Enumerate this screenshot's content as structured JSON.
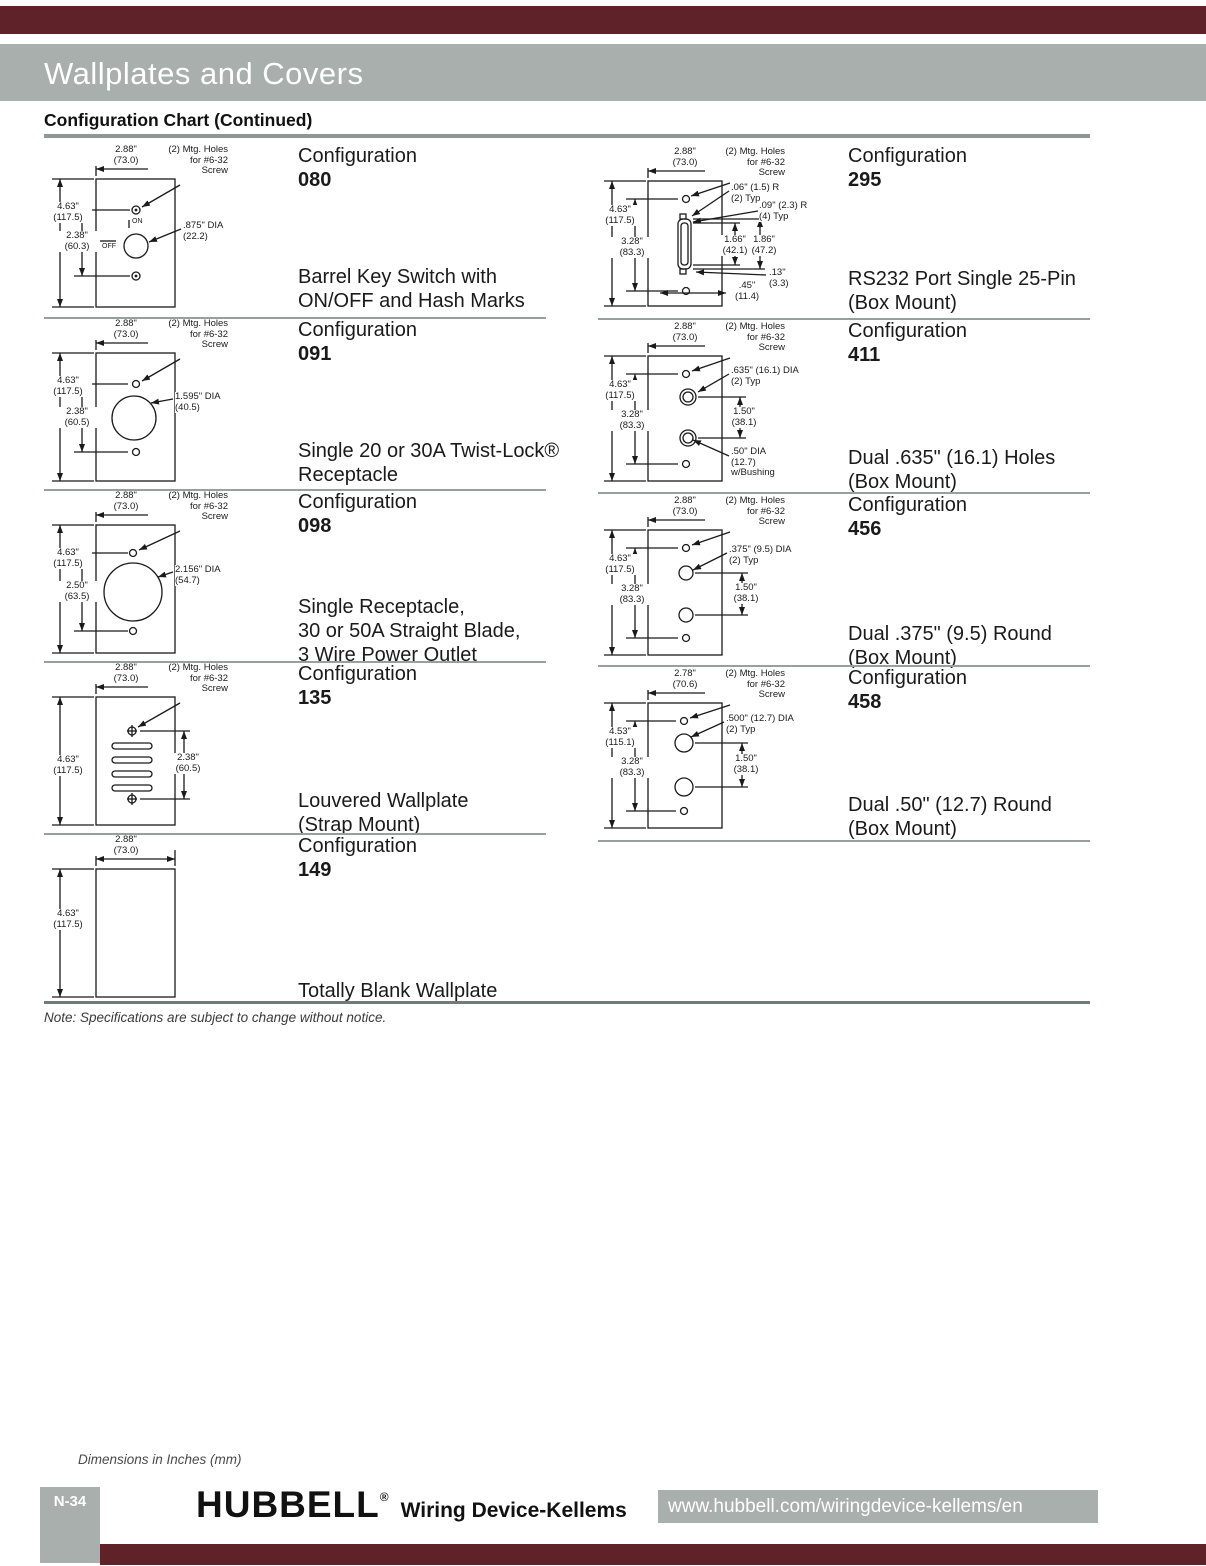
{
  "page": {
    "title": "Wallplates and Covers",
    "section": "Configuration Chart (Continued)",
    "configuration_label": "Configuration",
    "note": "Note: Specifications are subject to change without notice.",
    "dimensions_note": "Dimensions in Inches (mm)"
  },
  "colors": {
    "accent": "#5E2228",
    "band_gray": "#A8AFAD"
  },
  "footer": {
    "page_number": "N-34",
    "brand": "HUBBELL",
    "registered": "®",
    "brand_suffix": "Wiring Device-Kellems",
    "url": "www.hubbell.com/wiringdevice-kellems/en"
  },
  "configs": {
    "c080": {
      "number": "080",
      "description": "Barrel Key Switch with\nON/OFF and Hash Marks",
      "dim_width": "2.88\"\n(73.0)",
      "mtg_holes": "(2) Mtg. Holes\nfor #6-32\nScrew",
      "dim_height": "4.63\"\n(117.5)",
      "dim_inner": "2.38\"\n(60.3)",
      "dia": ".875\" DIA\n(22.2)",
      "on_label": "ON",
      "off_label": "OFF"
    },
    "c091": {
      "number": "091",
      "description": "Single 20 or 30A Twist-Lock®\nReceptacle",
      "dim_width": "2.88\"\n(73.0)",
      "mtg_holes": "(2) Mtg. Holes\nfor #6-32\nScrew",
      "dim_height": "4.63\"\n(117.5)",
      "dim_inner": "2.38\"\n(60.5)",
      "dia": "1.595\" DIA\n(40.5)"
    },
    "c098": {
      "number": "098",
      "description": "Single Receptacle,\n30 or 50A Straight Blade,\n3 Wire Power Outlet",
      "dim_width": "2.88\"\n(73.0)",
      "mtg_holes": "(2) Mtg. Holes\nfor #6-32\nScrew",
      "dim_height": "4.63\"\n(117.5)",
      "dim_inner": "2.50\"\n(63.5)",
      "dia": "2.156\" DIA\n(54.7)"
    },
    "c135": {
      "number": "135",
      "description": "Louvered Wallplate\n(Strap Mount)",
      "dim_width": "2.88\"\n(73.0)",
      "mtg_holes": "(2) Mtg. Holes\nfor #6-32\nScrew",
      "dim_height": "4.63\"\n(117.5)",
      "dim_inner": "2.38\"\n(60.5)"
    },
    "c149": {
      "number": "149",
      "description": "Totally Blank Wallplate",
      "dim_width": "2.88\"\n(73.0)",
      "dim_height": "4.63\"\n(117.5)"
    },
    "c295": {
      "number": "295",
      "description": "RS232 Port Single 25-Pin\n(Box Mount)",
      "dim_width": "2.88\"\n(73.0)",
      "mtg_holes": "(2) Mtg. Holes\nfor #6-32\nScrew",
      "dim_height": "4.63\"\n(117.5)",
      "dim_inner": "3.28\"\n(83.3)",
      "radius1": ".06\" (1.5) R\n(2) Typ",
      "radius2": ".09\" (2.3) R\n(4) Typ",
      "dim_166": "1.66\"\n(42.1)",
      "dim_186": "1.86\"\n(47.2)",
      "dim_13": ".13\"\n(3.3)",
      "dim_45": ".45\"\n(11.4)"
    },
    "c411": {
      "number": "411",
      "description": "Dual .635\" (16.1) Holes\n(Box Mount)",
      "dim_width": "2.88\"\n(73.0)",
      "mtg_holes": "(2) Mtg. Holes\nfor #6-32\nScrew",
      "dim_height": "4.63\"\n(117.5)",
      "dim_inner": "3.28\"\n(83.3)",
      "dia": ".635\" (16.1) DIA\n(2) Typ",
      "dim_150": "1.50\"\n(38.1)",
      "bushing": ".50\" DIA\n(12.7)\nw/Bushing"
    },
    "c456": {
      "number": "456",
      "description": "Dual .375\" (9.5) Round\n(Box Mount)",
      "dim_width": "2.88\"\n(73.0)",
      "mtg_holes": "(2) Mtg. Holes\nfor #6-32\nScrew",
      "dim_height": "4.63\"\n(117.5)",
      "dim_inner": "3.28\"\n(83.3)",
      "dia": ".375\" (9.5) DIA\n(2) Typ",
      "dim_150": "1.50\"\n(38.1)"
    },
    "c458": {
      "number": "458",
      "description": "Dual .50\" (12.7) Round\n(Box Mount)",
      "dim_width": "2.78\"\n(70.6)",
      "mtg_holes": "(2) Mtg. Holes\nfor #6-32\nScrew",
      "dim_height": "4.53\"\n(115.1)",
      "dim_inner": "3.28\"\n(83.3)",
      "dia": ".500\" (12.7) DIA\n(2) Typ",
      "dim_150": "1.50\"\n(38.1)"
    }
  }
}
